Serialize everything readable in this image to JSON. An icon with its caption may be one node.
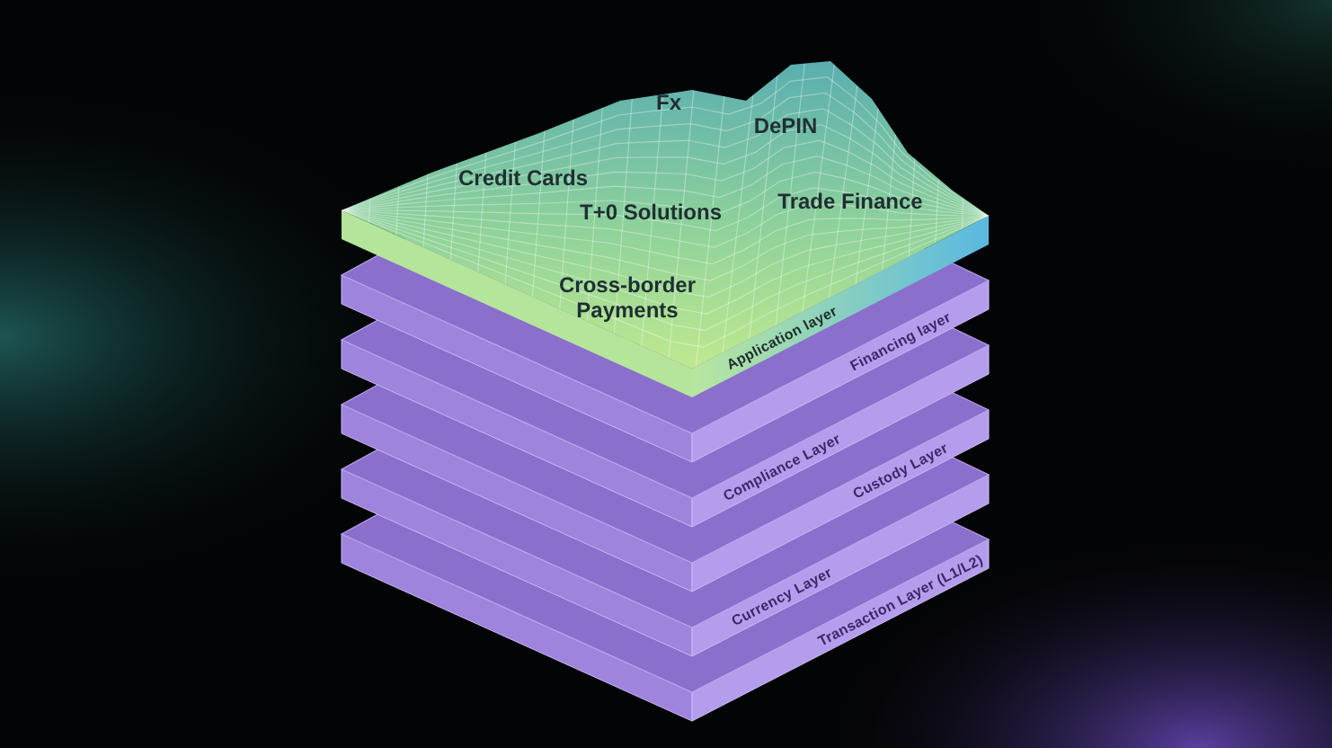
{
  "diagram": {
    "nodes": [
      {
        "text": [
          "Application layer"
        ]
      },
      {
        "text": [
          "Financing layer"
        ]
      },
      {
        "text": [
          "Compliance Layer"
        ]
      },
      {
        "text": [
          "Custody Layer"
        ]
      },
      {
        "text": [
          "Currency Layer"
        ]
      },
      {
        "text": [
          "Transaction Layer (L1/L2)"
        ]
      }
    ],
    "edges": [],
    "labels": [
      "Fx",
      "DePIN",
      "Credit Cards",
      "T+0 Solutions",
      "Trade Finance",
      "Cross-border Payments"
    ]
  }
}
